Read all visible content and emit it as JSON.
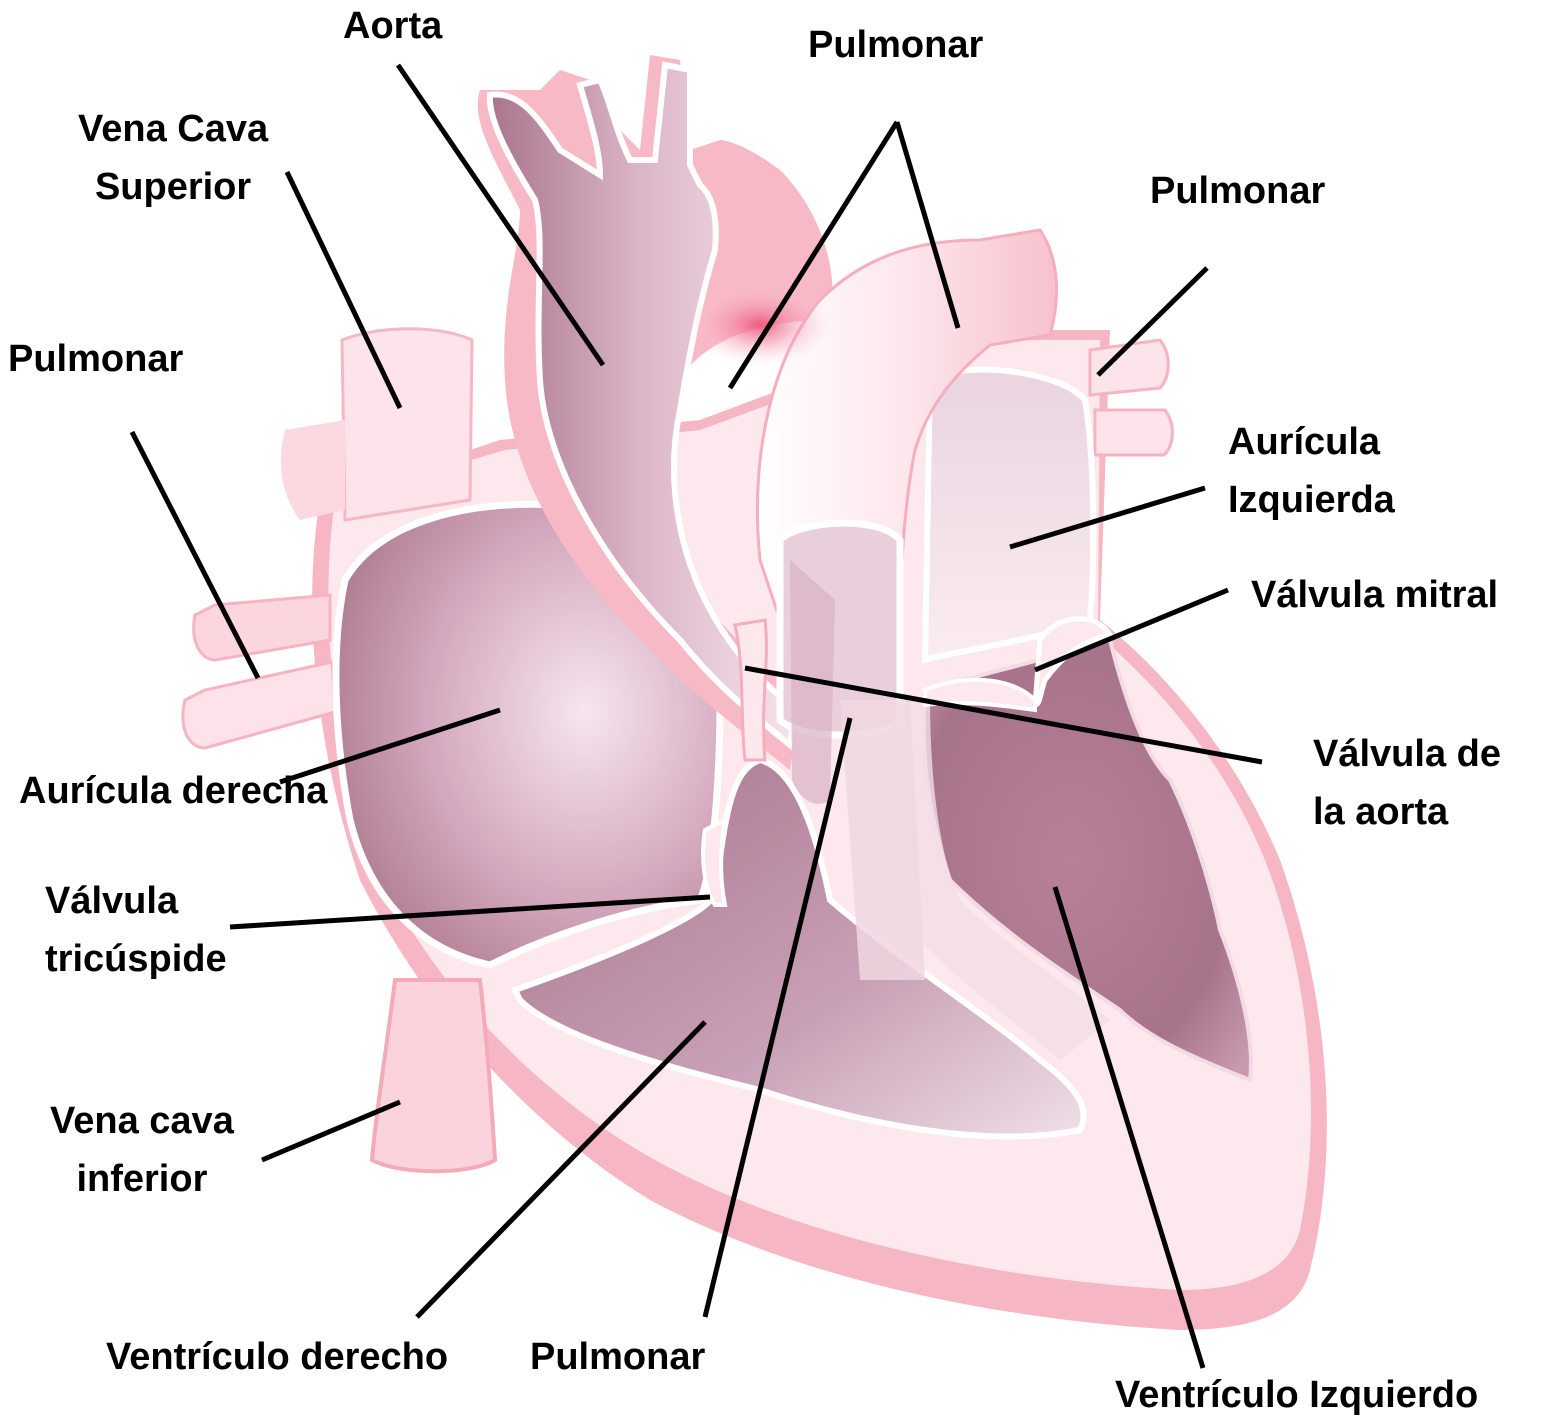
{
  "labels": {
    "aorta": "Aorta",
    "pulmonar_top": "Pulmonar",
    "vena_cava_superior_1": "Vena Cava",
    "vena_cava_superior_2": "Superior",
    "pulmonar_right": "Pulmonar",
    "pulmonar_left": "Pulmonar",
    "auricula_izquierda_1": "Aurícula",
    "auricula_izquierda_2": "Izquierda",
    "valvula_mitral": "Válvula mitral",
    "valvula_aorta_1": "Válvula de",
    "valvula_aorta_2": "la aorta",
    "auricula_derecha": "Aurícula derecha",
    "valvula_tricuspide_1": "Válvula",
    "valvula_tricuspide_2": "tricúspide",
    "vena_cava_inferior_1": "Vena cava",
    "vena_cava_inferior_2": "inferior",
    "ventriculo_derecho": "Ventrículo derecho",
    "pulmonar_bottom": "Pulmonar",
    "ventriculo_izquierdo": "Ventrículo Izquierdo"
  },
  "colors": {
    "tissue_light": "#fce4ea",
    "tissue_pink": "#f6b8c5",
    "tissue_deep": "#f08aa0",
    "chamber_dark": "#ae7b93",
    "chamber_mid": "#d6aac0",
    "chamber_light": "#f1dde6",
    "outline_white": "#ffffff",
    "pointer": "#000000"
  }
}
